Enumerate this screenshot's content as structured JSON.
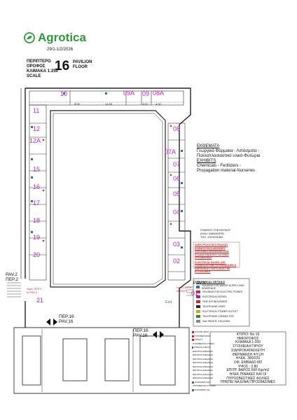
{
  "header": {
    "brand": "Agrotica",
    "dates": "29/1-1/2/2026",
    "pavilion_gr_line1": "ΠΕΡΙΠΤΕΡΟ",
    "pavilion_gr_line2": "ΟΡΟΦΟΣ",
    "scale_gr": "ΚΛΙΜΑΚΑ 1:250",
    "scale_en": "SCALE",
    "pavilion_number": "16",
    "pavilion_en_line1": "PAVILION",
    "pavilion_en_line2": "FLOOR"
  },
  "exhibits": {
    "title_gr": "ΕΚΘΕΜΑΤΑ",
    "text_gr_1": "Γεωργικά Φάρμακα - Λιπάσματα -",
    "text_gr_2": "Πολλαπλασιαστικό υλικό-Φυτώρια",
    "title_en": "EXHIBITS",
    "text_en_1": "Chemicals - Fertilizers -",
    "text_en_2": "Propagation material-Nurseries"
  },
  "hall_manager": {
    "line1": "ΓΡΑΦΕΙΟ ΥΠΕΥΘΥΝΟΥ",
    "line2": "(HALL MANAGER)",
    "line3": "ΤΗΛ. 2310291562"
  },
  "notes": {
    "electrical_gr": "ΗΛΕΚΤΡΟΛΟΓΙΚΟΙ ΠΙΝΑΚΕΣ ΚΛΙΜΑΤΙΣΤΙΚΟΙ ΜΗΧΑΝΕΣ ΠΥΡΟΣΒΕΣΤΙΚΟ ΦΩΛΙΕΣ ΚΑΙ ΕΞΟΔΟΙ ΚΙΝΔΥΝΟΥ ΝΑ ΕΙΝΑΙ ΠΡΟΣΒΑΣΙΜΟΙ",
    "electrical_en": "ELECTRICAL BOXES, AIR-CONDITION FIRE EXTINGUISHER & EMERGENCY EXITS MUST BE ACCESSIBLE"
  },
  "technical": {
    "title": "TECHNICAL DETAILS",
    "items": [
      {
        "label": "HOUSING FOR WATER SUPPLY AND SEWERAGE",
        "color": "#1f6fd1"
      },
      {
        "label": "HOUSING FOR ELECTRIC POWER",
        "color": "#d42a2a"
      },
      {
        "label": "ELECTRICAL BOXES",
        "color": "#7a2fb0"
      },
      {
        "label": "FIRE EXTINGUISHER",
        "color": "#e22020"
      },
      {
        "label": "TELEPHONE LINES",
        "color": "#2a2a2a"
      },
      {
        "label": "ELECTRICAL POWER OUTLET",
        "color": "#d4a20a"
      },
      {
        "label": "TELEPHONE CONNECTOR",
        "color": "#2a8a2a"
      },
      {
        "label": "max HEIGHT 2.50-8.50m",
        "color": "#888888"
      }
    ]
  },
  "building_info": {
    "lines": [
      "ΚΤΙΡΙΟ: Νο 16",
      "ΗΜΙΟΡΟΦΟΣ",
      "ΚΛΙΜΑΚΑ 1:250",
      "ΣΤΟΙΧΕΙΑ ΚΤΙΡΙΟΥ",
      "ΣΙΔΗΡΟΚΑΤΑΣΚΕΥΗ",
      "ΘΕΡΜΑΝΣΗ ΨΥΞΗ",
      "ΗΛΕΚ. 380/220",
      "ΟΦ. ΕΜΒΑΔΟ      M2",
      "ΥΨΟΣ : 2.80",
      "ΕΠΙΤΡ. ΒΑΡΟΣ 500 Kgr/m2",
      "ΗΛΕΚ.ΠΙΝΑΚΕΣ ΚΑΙ ΟΙ",
      "ΠΥΡΟΣΒΕΣΤΙΚΕΣ ΦΩΛΙΕΣ",
      "ΠΡΕΠΕΙ ΝΑ ΕΙΝΑΙ ΠΡΟΣΒΑΣΙΜΕΣ"
    ]
  },
  "labels": {
    "pav2_en": "PAV.2",
    "pav2_gr": "ΠΕΡ.2",
    "to_pav2_gr": "προς ΠΕΡ.2",
    "to_pav2_en": "to PAV.2",
    "per16_gr_a": "ΠΕΡ.16",
    "pav16_en_a": "PAV.16",
    "per16_gr_b": "ΠΕΡ.16",
    "pav16_en_b": "PAV.16",
    "pav8_en": "PAV.8",
    "to_pav8_gr": "προς ΠΕΡ.8",
    "to_pav8_en": "to PAV.8",
    "exit": "Exit"
  },
  "booths_top": [
    "10",
    "09A",
    "09",
    "08A"
  ],
  "booths_left": [
    "11",
    "12",
    "12A",
    "15",
    "16",
    "17",
    "18",
    "19",
    "20",
    "21"
  ],
  "booths_right": [
    "08",
    "07A",
    "07",
    "06",
    "05",
    "04",
    "03",
    "02",
    "01"
  ],
  "dims": {
    "d1": "8.00",
    "d2": "14.50",
    "d3": "3.00",
    "d4": "4.00"
  },
  "bottom_legend": [
    "ΠΥΡΟΣΒ. ΦΩΛΙΑ",
    "ΠΥΡΟΣΒΕΣΤΗΡΑΣ",
    "ΚΑΡΟΥΛΙ",
    "ΠΥΡΟΣΒΕΣΤΙΚΟ ΣΤΟΜΙΟ",
    "ΠΙΝΑΚΑΣ ΗΛΕΚΤΡ.",
    "ΦΩΤΙΣΤΙΚΟ ΑΣΦΑΛΕΙΑΣ",
    "ΦΩΤΙΣΤΙΚΟ ΑΣΦΑΛΕΙΑΣ",
    "ΦΩΤΙΣΤΙΚΟ ΑΣΦΑΛΕΙΑΣ",
    "ΦΩΤΙΣΤΙΚΟ ΑΣΦΑΛΕΙΑΣ",
    "ΦΩΤΙΣΤΙΚΟ ΑΣΦΑΛΕΙΑΣ",
    "ΦΩΤΙΣΤΙΚΟ ΑΣΦΑΛΕΙΑΣ",
    "ΦΩΤΙΣΤΙΚΟ ΑΣΦΑΛΕΙΑΣ",
    "ΦΩΤΙΣΤΙΚΟ ΑΣΦΑΛΕΙΑΣ",
    "ΠΥΡΑΝΙΧΝΕΥΤΗΣ",
    "ΠΥΡΟΣΒΕΣΤΙΚΟ ΣΥΣΤΗΜΑ",
    "ΠΥΡΑΝΙΧΝΕΥΤΗΣ"
  ],
  "colors": {
    "brand_green": "#2e9a3a",
    "booth_magenta": "#c01ec8",
    "wall": "#222222",
    "alert_red": "#d42a2a",
    "water_blue": "#1f6fd1"
  }
}
